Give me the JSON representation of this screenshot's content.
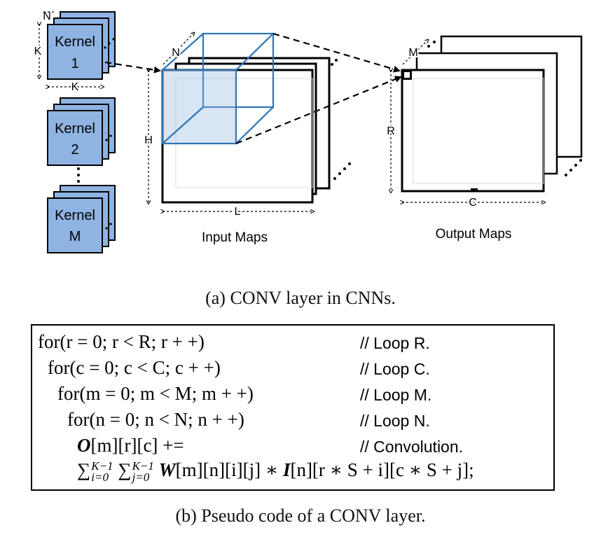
{
  "kernels": [
    {
      "name": "Kernel",
      "index": "1"
    },
    {
      "name": "Kernel",
      "index": "2"
    },
    {
      "name": "Kernel",
      "index": "M"
    }
  ],
  "dimension_labels": {
    "kernel_n": "N",
    "kernel_k_side": "K",
    "kernel_k_bottom": "K",
    "input_n": "N",
    "input_h": "H",
    "input_l": "L",
    "output_m": "M",
    "output_r": "R",
    "output_c": "C"
  },
  "map_labels": {
    "input": "Input Maps",
    "output": "Output Maps"
  },
  "captions": {
    "a": "(a)  CONV layer in CNNs.",
    "b": "(b)  Pseudo code of a CONV layer."
  },
  "code": {
    "lines": [
      {
        "text": "for(r = 0; r < R; r + +)",
        "comment": "// Loop R."
      },
      {
        "text": "for(c = 0; c < C; c + +)",
        "comment": "// Loop C."
      },
      {
        "text": "for(m = 0; m < M; m + +)",
        "comment": "// Loop M."
      },
      {
        "text": "for(n = 0; n < N; n + +)",
        "comment": "// Loop N."
      }
    ],
    "conv_line": {
      "o": "O",
      "rest": "[m][r][c] +=",
      "comment": "// Convolution."
    },
    "sum_line": {
      "sigma1": "∑",
      "sup1": "K−1",
      "sub1": "i=0",
      "sigma2": "∑",
      "sup2": "K−1",
      "sub2": "j=0",
      "w": "W",
      "w_idx": "[m][n][i][j] ∗ ",
      "i": "I",
      "i_idx": "[n][r ∗ S + i][c ∗ S + j];"
    }
  },
  "colors": {
    "kernel_fill": "#8fb4e3",
    "cube_edge": "#2e75b6",
    "line": "#000000"
  }
}
